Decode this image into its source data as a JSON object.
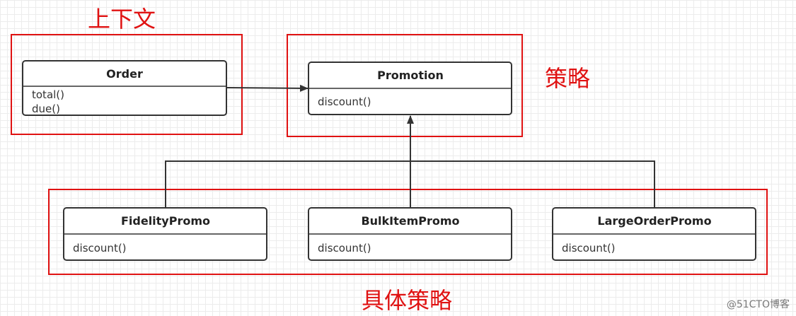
{
  "labels": {
    "context": "上下文",
    "strategy": "策略",
    "concrete_strategy": "具体策略"
  },
  "classes": {
    "order": {
      "name": "Order",
      "members": [
        "total()",
        "due()"
      ]
    },
    "promotion": {
      "name": "Promotion",
      "members": [
        "discount()"
      ]
    },
    "fidelity": {
      "name": "FidelityPromo",
      "members": [
        "discount()"
      ]
    },
    "bulk_item": {
      "name": "BulkItemPromo",
      "members": [
        "discount()"
      ]
    },
    "large_order": {
      "name": "LargeOrderPromo",
      "members": [
        "discount()"
      ]
    }
  },
  "watermark": "@51CTO博客",
  "colors": {
    "highlight": "#e01212",
    "class_border": "#333333",
    "connector": "#333333"
  }
}
